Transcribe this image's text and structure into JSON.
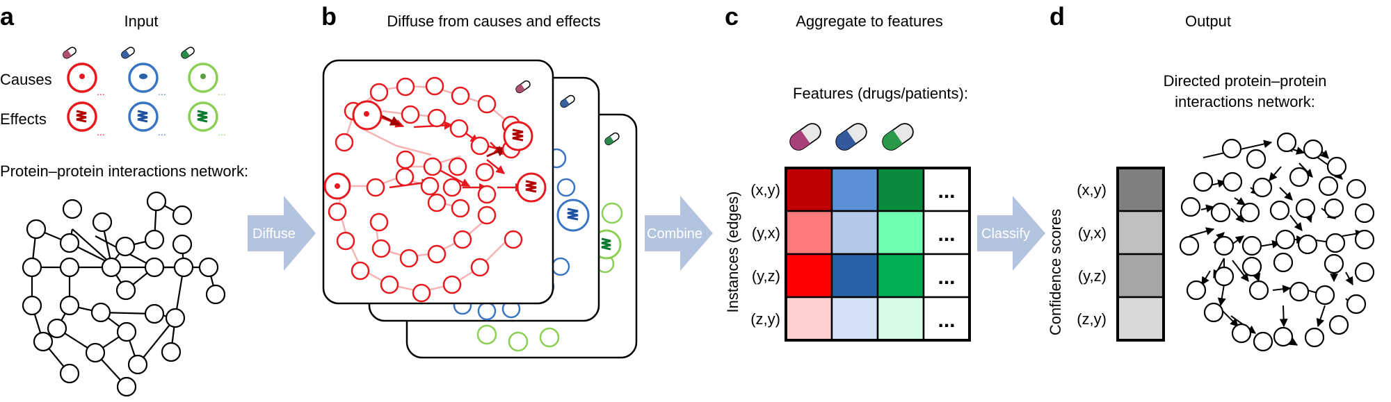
{
  "panels": {
    "a": {
      "label": "a",
      "title": "Input",
      "causes_label": "Causes",
      "effects_label": "Effects",
      "ellipsis": "...",
      "network_label": "Protein–protein interactions network:"
    },
    "b": {
      "label": "b",
      "title": "Diffuse from causes and effects"
    },
    "c": {
      "label": "c",
      "title": "Aggregate to features",
      "features_label": "Features (drugs/patients):",
      "instances_label": "Instances (edges)",
      "rows": [
        "(x,y)",
        "(y,x)",
        "(y,z)",
        "(z,y)"
      ],
      "ellipsis": "...",
      "colors": [
        [
          "#c00000",
          "#5b8fd6",
          "#0a8a3c"
        ],
        [
          "#ff7b7b",
          "#b4c8ea",
          "#70ffb0"
        ],
        [
          "#ff0000",
          "#2a62a8",
          "#00b050"
        ],
        [
          "#ffd0d0",
          "#d4e0f4",
          "#d6fce8"
        ]
      ]
    },
    "d": {
      "label": "d",
      "title": "Output",
      "confidence_label": "Confidence scores",
      "rows": [
        "(x,y)",
        "(y,x)",
        "(y,z)",
        "(z,y)"
      ],
      "score_colors": [
        "#7f7f7f",
        "#bfbfbf",
        "#a5a5a5",
        "#d9d9d9"
      ],
      "network_label_1": "Directed protein–protein",
      "network_label_2": "interactions network:"
    }
  },
  "arrows": {
    "diffuse": "Diffuse",
    "combine": "Combine",
    "classify": "Classify"
  },
  "palette": {
    "red": "#e8191e",
    "blue": "#3a75c4",
    "green": "#8ccf55",
    "arrow_fill": "#b4c3de"
  }
}
